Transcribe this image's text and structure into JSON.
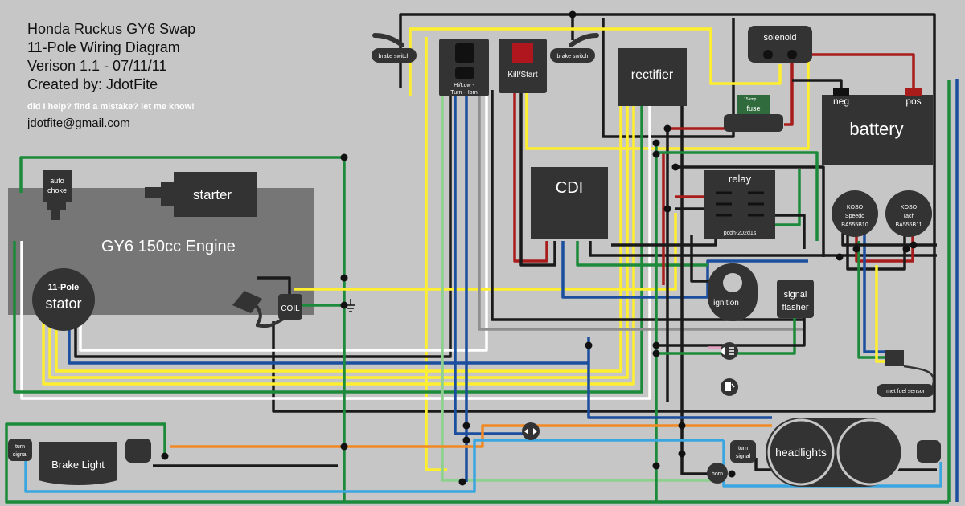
{
  "header": {
    "title": "Honda Ruckus GY6 Swap",
    "subtitle": "11-Pole Wiring Diagram",
    "version": "Verison 1.1 - 07/11/11",
    "author": "Created by: JdotFite",
    "note": "did I help? find a mistake? let me know!",
    "email": "jdotfite@gmail.com"
  },
  "components": {
    "engine": "GY6 150cc Engine",
    "auto_choke_1": "auto",
    "auto_choke_2": "choke",
    "starter": "starter",
    "stator_1": "11-Pole",
    "stator_2": "stator",
    "coil": "COIL",
    "brake_switch_left": "brake switch",
    "brake_switch_right": "brake switch",
    "hilow_1": "Hi/Low -",
    "hilow_2": "Turn -Horn",
    "kill_start": "Kill/Start",
    "rectifier": "rectifier",
    "solenoid": "solenoid",
    "fuse_amp": "15amp",
    "fuse": "fuse",
    "battery": "battery",
    "battery_neg": "neg",
    "battery_pos": "pos",
    "cdi": "CDI",
    "relay": "relay",
    "relay_part": "pcdh-202d1s",
    "speedo_1": "KOSO",
    "speedo_2": "Speedo",
    "speedo_3": "BA555B10",
    "tach_1": "KOSO",
    "tach_2": "Tach",
    "tach_3": "BA555B11",
    "ignition": "ignition",
    "flasher_1": "signal",
    "flasher_2": "flasher",
    "fuel_sensor": "met fuel sensor",
    "brake_light": "Brake Light",
    "turn_signal_left_1": "turn",
    "turn_signal_left_2": "signal",
    "turn_signal_right_1": "turn",
    "turn_signal_right_2": "signal",
    "headlights": "headlights",
    "horn": "horn"
  },
  "colors": {
    "background": "#c6c6c6",
    "component": "#333333",
    "engine_block": "#767676",
    "wire_black": "#1a1a1a",
    "wire_yellow": "#ffef2e",
    "wire_green": "#1c8a3a",
    "wire_red": "#a81c1c",
    "wire_blue": "#1b4e9e",
    "wire_white": "#ffffff",
    "wire_orange": "#f08a24",
    "wire_lightblue": "#3aa6e0",
    "wire_lightgreen": "#8ed18e",
    "wire_gray": "#8f8f8f",
    "wire_pink": "#e2a2c2",
    "fuse_green": "#2f6b3c",
    "kill_red": "#b0161e"
  }
}
